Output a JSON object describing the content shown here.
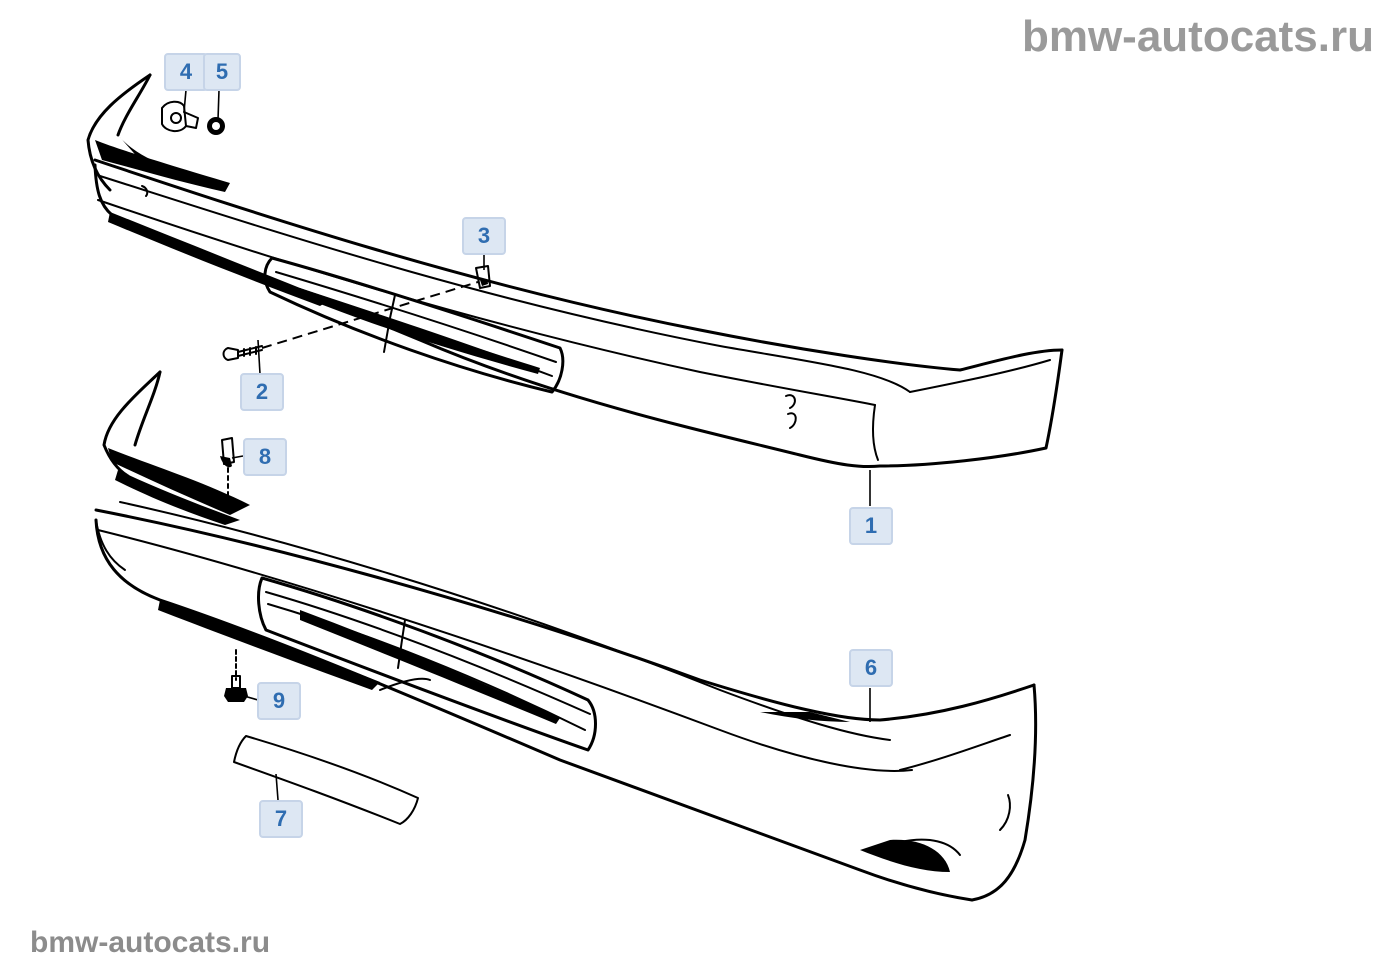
{
  "watermark": {
    "top": "bmw-autocats.ru",
    "bottom": "bmw-autocats.ru"
  },
  "callouts": [
    {
      "id": "1",
      "label": "1"
    },
    {
      "id": "2",
      "label": "2"
    },
    {
      "id": "3",
      "label": "3"
    },
    {
      "id": "4",
      "label": "4"
    },
    {
      "id": "5",
      "label": "5"
    },
    {
      "id": "6",
      "label": "6"
    },
    {
      "id": "7",
      "label": "7"
    },
    {
      "id": "8",
      "label": "8"
    },
    {
      "id": "9",
      "label": "9"
    }
  ],
  "colors": {
    "callout_fill": "#dde7f3",
    "callout_border": "#c6d4e8",
    "callout_text": "#2f6db1",
    "watermark": "#9a9a9a"
  }
}
